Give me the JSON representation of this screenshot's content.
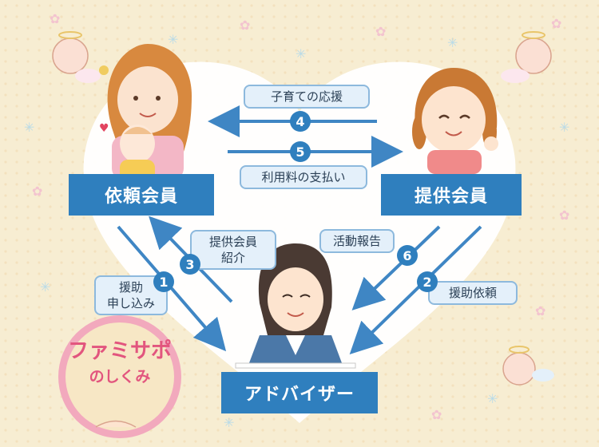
{
  "roles": {
    "requester": "依頼会員",
    "provider": "提供会員",
    "advisor": "アドバイザー"
  },
  "flows": {
    "f1": {
      "num": "1",
      "label": "援助\n申し込み"
    },
    "f2": {
      "num": "2",
      "label": "援助依頼"
    },
    "f3": {
      "num": "3",
      "label": "提供会員\n紹介"
    },
    "f4": {
      "num": "4",
      "label": "子育ての応援"
    },
    "f5": {
      "num": "5",
      "label": "利用料の支払い"
    },
    "f6": {
      "num": "6",
      "label": "活動報告"
    }
  },
  "logo": {
    "title": "ファミサポ",
    "subtitle": "のしくみ"
  },
  "colors": {
    "accent": "#2f7fbe",
    "pink": "#e86b8f",
    "background": "#f6ecd0"
  }
}
